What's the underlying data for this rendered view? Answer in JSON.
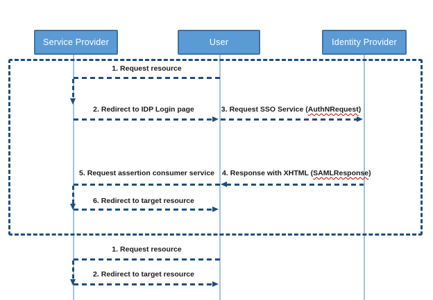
{
  "colors": {
    "connector": "#1F4E79",
    "lifeline": "#9DC3E6",
    "actor_fill": "#5B9BD5",
    "actor_border": "#41719C",
    "actor_text": "#FFFFFF",
    "label_text": "#1A1A1A",
    "spellcheck": "#C00000"
  },
  "actors": [
    {
      "label": "Service Provider"
    },
    {
      "label": "User"
    },
    {
      "label": "Identity Provider"
    }
  ],
  "main_flow": {
    "messages": [
      {
        "num": "1.",
        "text": "Request resource"
      },
      {
        "num": "2.",
        "text": "Redirect to IDP Login page"
      },
      {
        "num": "3.",
        "text": "Request SSO Service (",
        "flagged": "AuthNRequest",
        "post": ")"
      },
      {
        "num": "4.",
        "text": "Response with XHTML (",
        "flagged": "SAMLResponse",
        "post": ")"
      },
      {
        "num": "5.",
        "text": "Request assertion consumer service"
      },
      {
        "num": "6.",
        "text": "Redirect to target resource"
      }
    ]
  },
  "followup_flow": {
    "messages": [
      {
        "num": "1.",
        "text": "Request resource"
      },
      {
        "num": "2.",
        "text": "Redirect to target resource"
      }
    ]
  }
}
